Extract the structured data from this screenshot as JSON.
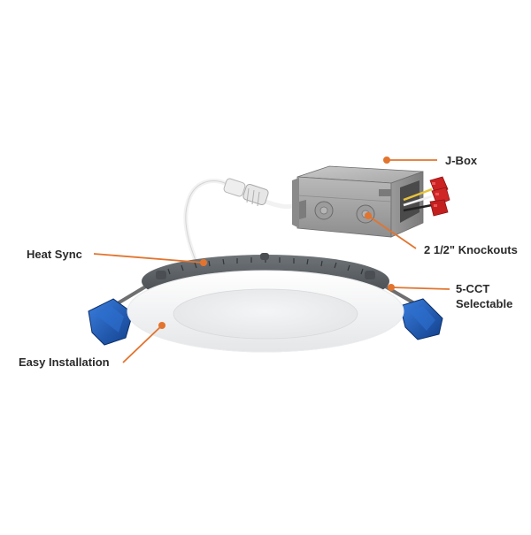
{
  "callouts": {
    "jbox": "J-Box",
    "knockouts": "2 1/2\" Knockouts",
    "heat_sync": "Heat Sync",
    "cct": "5-CCT Selectable",
    "easy_install": "Easy Installation"
  },
  "colors": {
    "callout_line": "#e2742e",
    "label_text": "#2a2a2a",
    "clip_blue": "#1f5fb5",
    "connector_red": "#cc2222",
    "box_metal": "#a9a9a9",
    "panel_white": "#f3f4f5"
  }
}
